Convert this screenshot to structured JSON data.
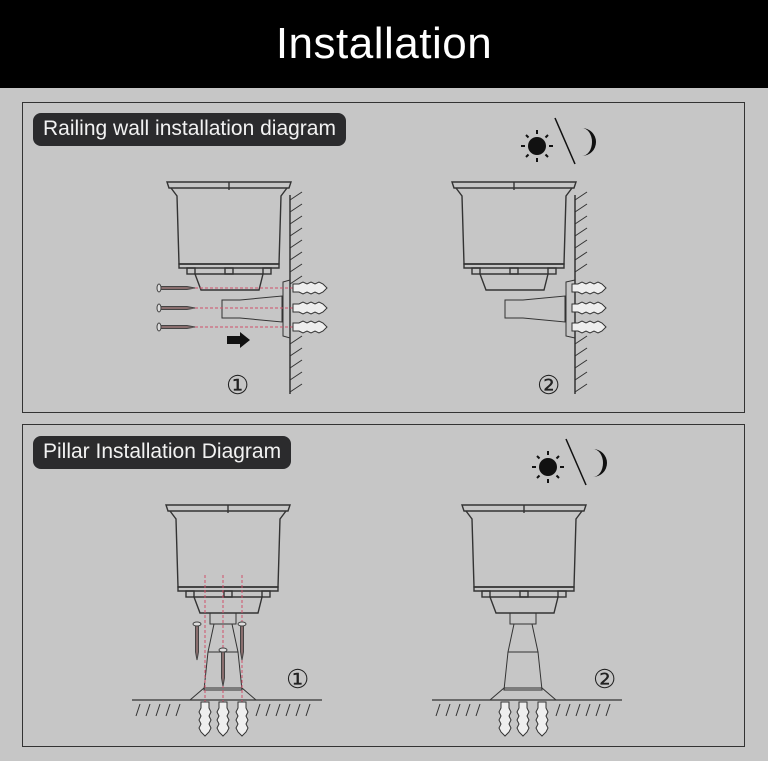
{
  "header": {
    "title": "Installation"
  },
  "sections": [
    {
      "label": "Railing wall installation diagram",
      "steps": [
        "①",
        "②"
      ]
    },
    {
      "label": "Pillar Installation Diagram",
      "steps": [
        "①",
        "②"
      ]
    }
  ],
  "icons": [
    "sun-icon",
    "moon-icon",
    "arrow-right-icon",
    "screw-icon",
    "wall-anchor-icon"
  ],
  "colors": {
    "background": "#c6c6c6",
    "header": "#000000",
    "label_bg": "#2b2b2d",
    "guide_line": "#d0506a"
  }
}
